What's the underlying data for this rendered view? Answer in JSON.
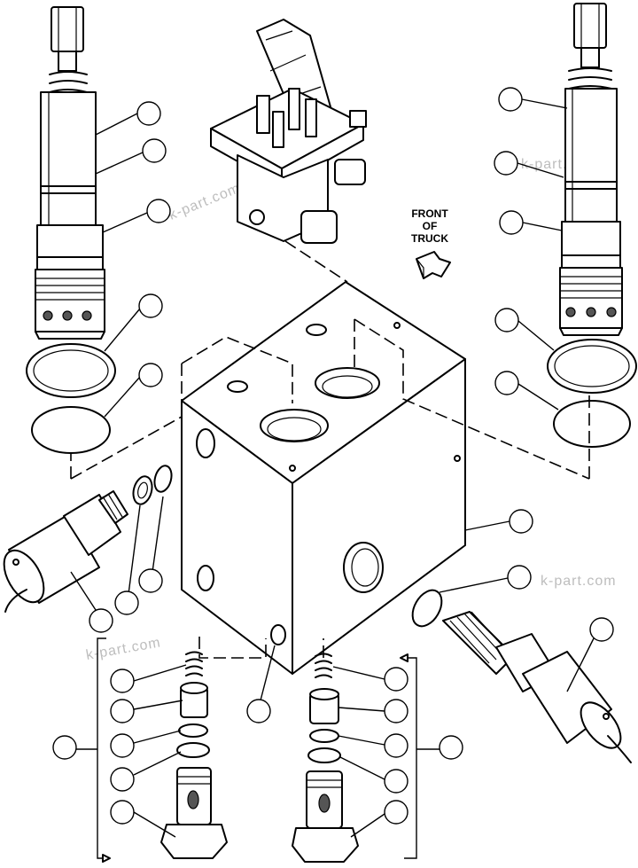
{
  "labels": {
    "front_of_truck": [
      "FRONT",
      "OF",
      "TRUCK"
    ]
  },
  "watermarks": [
    "k-part.com",
    "k-part.com",
    "k-part.com",
    "k-part.com"
  ],
  "icons": {
    "arrow": "front-direction-arrow-icon"
  }
}
